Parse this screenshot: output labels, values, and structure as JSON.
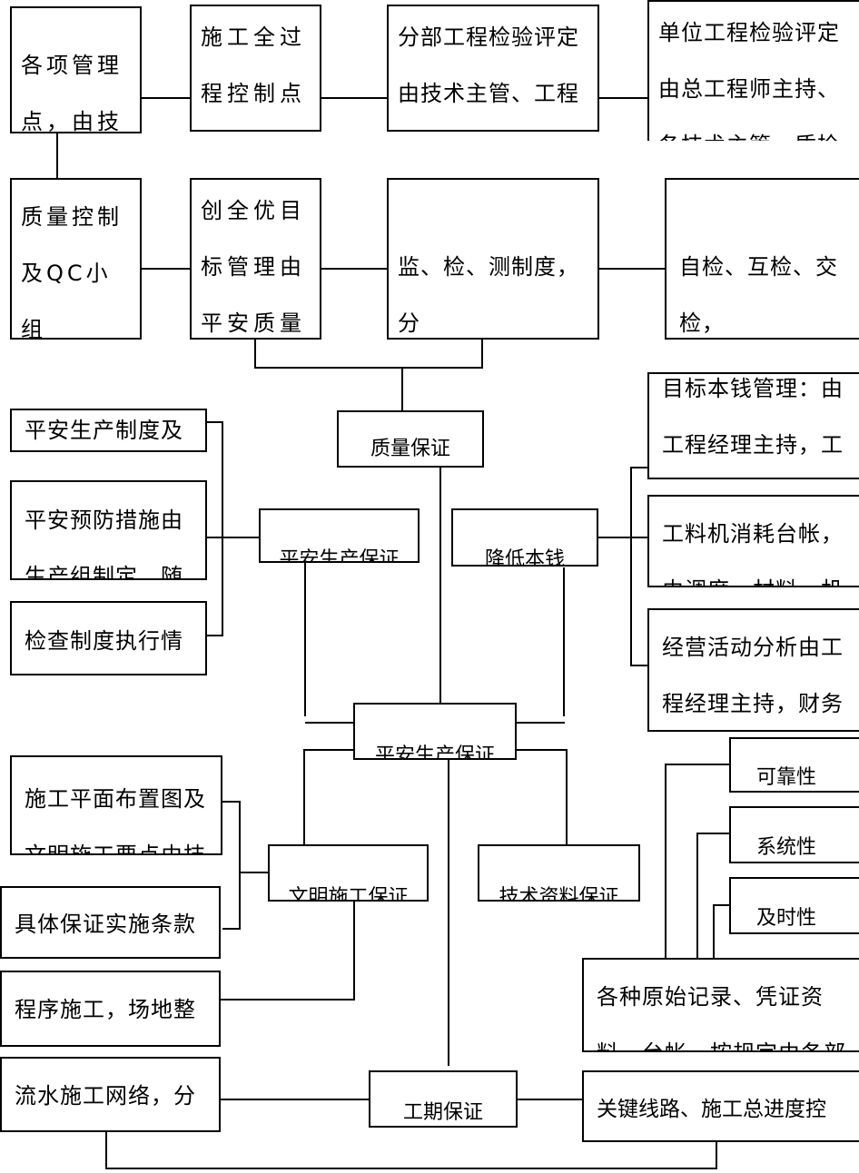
{
  "boxes": {
    "mgmt_points": "各项管理\n点，由技术",
    "process_control": "施工全过\n程控制点",
    "sub_eval": "分部工程检验评定\n由技术主管、工程",
    "unit_eval": "单位工程检验评定\n由总工程师主持、\n各技术主管、质检",
    "qc_group": "质量控制\n及QC小组\n活动由施",
    "excellence": "创全优目\n标管理由\n平安质量",
    "inspection": "监、检、测制度，分\n别由监理、工程经",
    "self_check": "自检、互检、交检，",
    "quality": "质量保证",
    "safety_rules": "平安生产制度及",
    "safety_prevent": "平安预防措施由\n生产组制定，随生",
    "check_exec": "检查制度执行情",
    "safety_assure": "平安生产保证",
    "cost_reduce": "降低本钱",
    "cost_target": "目标本钱管理：由\n工程经理主持，工",
    "material_ledger": "工料机消耗台帐，\n由调度、材料、机电",
    "business_analysis": "经营活动分析由工\n程经理主持，财务",
    "safety_center": "平安生产保证",
    "reliability": "可靠性",
    "systematic": "系统性",
    "timeliness": "及时性",
    "site_plan": "施工平面布置图及\n文明施工要点由技",
    "civil_assure": "文明施工保证",
    "tech_docs": "技术资料保证",
    "guarantee_terms": "具体保证实施条款",
    "program_site": "程序施工，场地整",
    "original_records": "各种原始记录、凭证资\n料、台帐、按规定由各部",
    "flow_network": "流水施工网络，分项",
    "schedule": "工期保证",
    "critical_path": "关键线路、施工总进度控"
  }
}
